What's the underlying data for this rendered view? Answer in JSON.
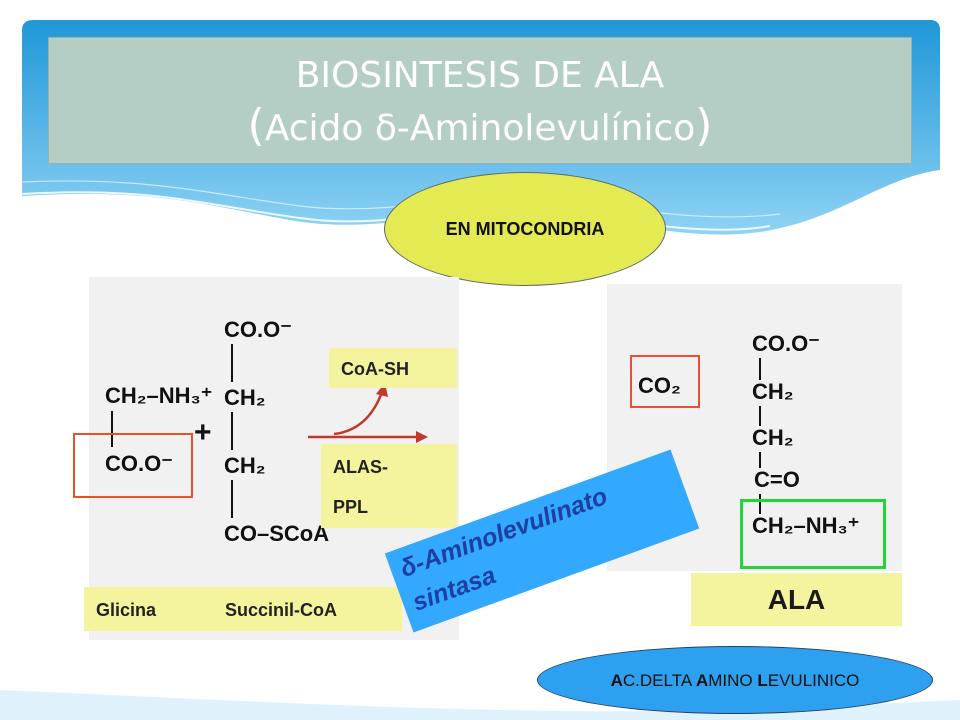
{
  "title": {
    "line1": "BIOSINTESIS DE ALA",
    "line2_open": "(",
    "line2_text": "Acido δ-Aminolevulínico",
    "line2_close": ")"
  },
  "location_badge": "EN MITOCONDRIA",
  "left_panel": {
    "glycine": {
      "amine": "CH₂–NH₃⁺",
      "carboxyl": "CO.O⁻"
    },
    "plus": "+",
    "succinyl": {
      "top": "CO.O⁻",
      "ch2_a": "CH₂",
      "ch2_b": "CH₂",
      "bottom": "CO–SCoA"
    },
    "coa_label": "CoA-SH",
    "cofactor_line1": "ALAS-",
    "cofactor_line2": "PPL",
    "substrate_label_1": "Glicina",
    "substrate_label_2": "Succinil-CoA"
  },
  "enzyme_label": {
    "line1": "δ-Aminolevulinato",
    "line2": "sintasa"
  },
  "right_panel": {
    "co2": "CO₂",
    "top": "CO.O⁻",
    "ch2_a": "CH₂",
    "ch2_b": "CH₂",
    "carbonyl": "C=O",
    "amine": "CH₂–NH₃⁺"
  },
  "product_label": "ALA",
  "full_name_badge": {
    "p1": "A",
    "p2": "C.DELTA ",
    "p3": "A",
    "p4": "MINO ",
    "p5": "L",
    "p6": "EVULINICO"
  },
  "colors": {
    "title_bg": "#b5cec5",
    "ellipse_fill": "#e4ea52",
    "label_fill": "#f4f39e",
    "enzyme_fill": "#33a8ff",
    "full_name_fill": "#2da0f0",
    "highlight_red": "#e8502e",
    "highlight_green": "#22d63a"
  }
}
